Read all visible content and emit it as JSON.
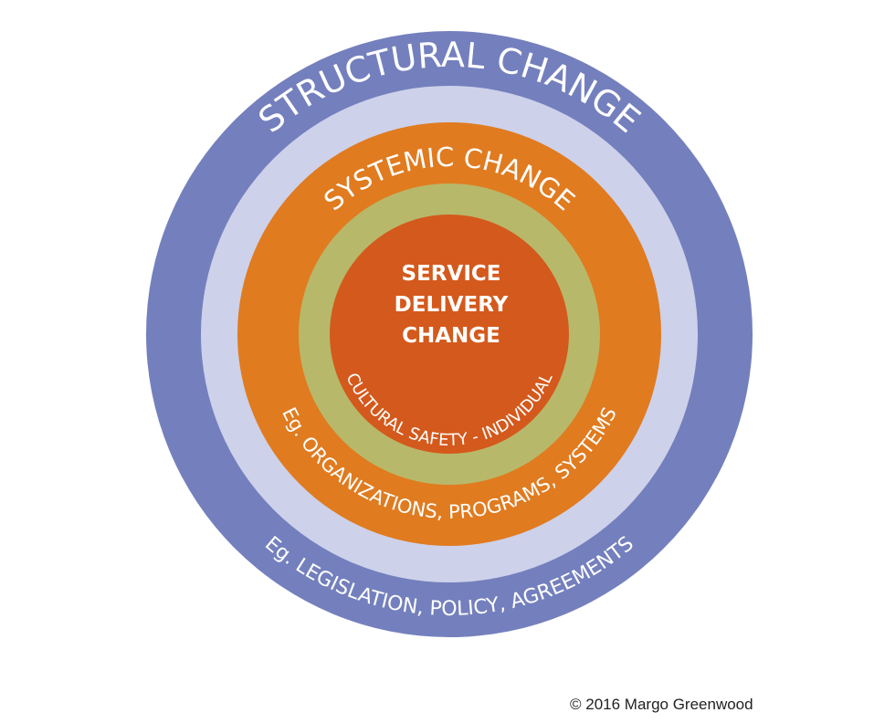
{
  "rings": {
    "structural": {
      "title": "STRUCTURAL CHANGE",
      "example": "Eg. LEGISLATION, POLICY, AGREEMENTS",
      "color": "#7480bd",
      "inner_color": "#cdd1ea"
    },
    "systemic": {
      "title": "SYSTEMIC CHANGE",
      "example": "Eg. ORGANIZATIONS, PROGRAMS, SYSTEMS",
      "color": "#e07b1f"
    },
    "cultural": {
      "label": "CULTURAL SAFETY - INDIVIDUAL",
      "color": "#b8b86a"
    },
    "service": {
      "line1": "SERVICE",
      "line2": "DELIVERY",
      "line3": "CHANGE",
      "color": "#d4591c"
    }
  },
  "copyright": "© 2016 Margo Greenwood"
}
